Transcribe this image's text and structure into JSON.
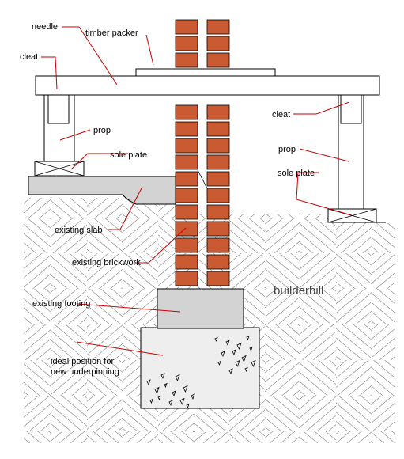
{
  "labels": {
    "needle": "needle",
    "timber_packer": "timber packer",
    "cleat_left": "cleat",
    "cleat_right": "cleat",
    "prop_left": "prop",
    "prop_right": "prop",
    "sole_plate_left": "sole plate",
    "sole_plate_right": "sole plate",
    "existing_slab": "existing slab",
    "existing_brickwork": "existing brickwork",
    "existing_footing": "existing footing",
    "underpinning_line1": "ideal position for",
    "underpinning_line2": "new underpinning"
  },
  "watermark": "builderbill",
  "colors": {
    "brick": "#c95a32",
    "leader": "#cc0000",
    "footing": "#d3d3d3",
    "slab": "#d3d3d3",
    "underpinning": "#eeeeee",
    "outline": "#000000"
  }
}
